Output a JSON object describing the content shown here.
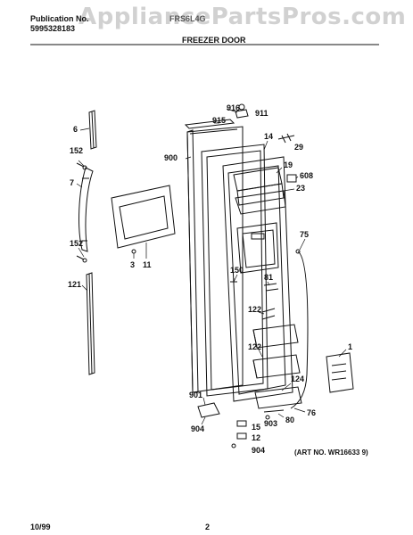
{
  "header": {
    "publication_label": "Publication No.",
    "publication_number": "5995328183",
    "model_code": "FRS6L4G",
    "section_title": "FREEZER DOOR"
  },
  "watermark": "AppliancePartsPros.com",
  "art_number": "(ART NO. WR16633   9)",
  "footer": {
    "date": "10/99",
    "page": "2"
  },
  "callouts": {
    "c916": "916",
    "c911": "911",
    "c915": "915",
    "c14": "14",
    "c29": "29",
    "c900": "900",
    "c19": "19",
    "c608": "608",
    "c23": "23",
    "c6": "6",
    "c152a": "152",
    "c7": "7",
    "c152b": "152",
    "c3": "3",
    "c11": "11",
    "c121": "121",
    "c75": "75",
    "c150": "150",
    "c81": "81",
    "c122a": "122",
    "c122b": "122",
    "c1": "1",
    "c124": "124",
    "c901": "901",
    "c76": "76",
    "c80": "80",
    "c903": "903",
    "c15": "15",
    "c904a": "904",
    "c12": "12",
    "c904b": "904"
  }
}
